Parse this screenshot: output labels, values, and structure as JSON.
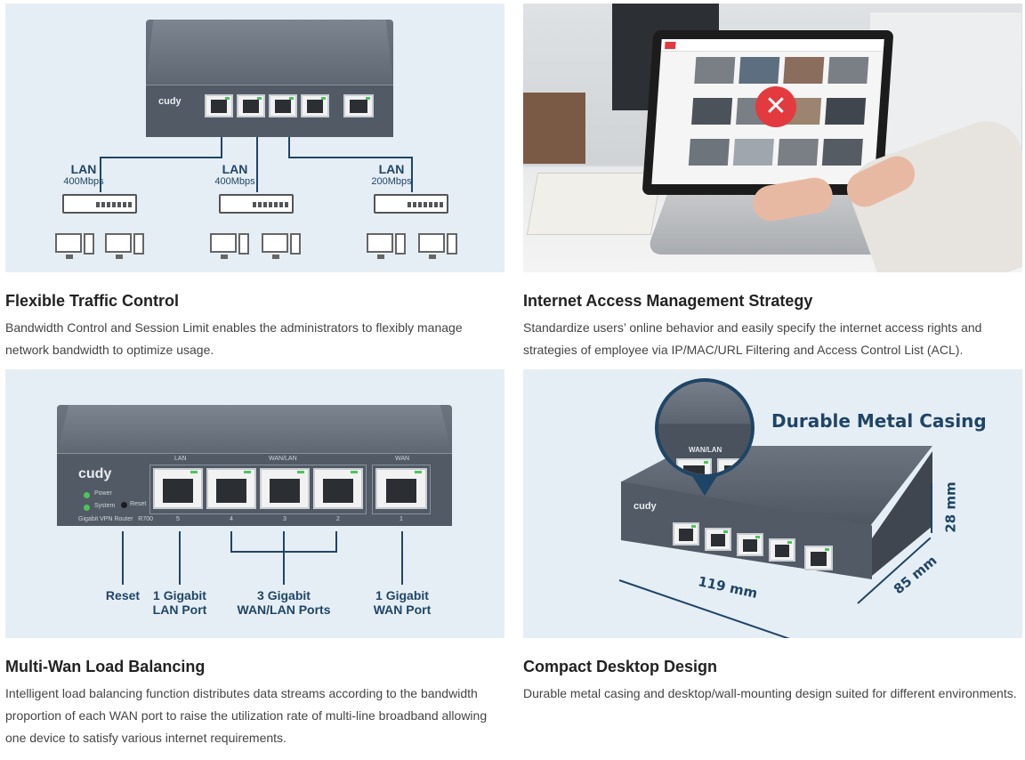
{
  "cards": [
    {
      "title": "Flexible Traffic Control",
      "description": "Bandwidth Control and Session Limit enables the administrators to flexibly manage network bandwidth to optimize usage.",
      "image": {
        "brand": "cudy",
        "links": [
          {
            "label": "LAN",
            "speed": "400Mbps"
          },
          {
            "label": "LAN",
            "speed": "400Mbps"
          },
          {
            "label": "LAN",
            "speed": "200Mbps"
          }
        ]
      }
    },
    {
      "title": "Internet Access Management Strategy",
      "description": "Standardize users’ online behavior and easily specify the internet access rights and strategies of employee via IP/MAC/URL Filtering and Access Control List (ACL).",
      "image": {
        "icon": "close-icon"
      }
    },
    {
      "title": "Multi-Wan Load Balancing",
      "description": "Intelligent load balancing function distributes data streams according to the bandwidth proportion of each WAN port to raise the utilization rate of multi-line broadband allowing one device to satisfy various internet requirements.",
      "image": {
        "brand": "cudy",
        "panel": {
          "power": "Power",
          "system": "System",
          "reset": "Reset",
          "model": "Gigabit VPN Router   R700",
          "lan_top": "LAN",
          "wanlan_top": "WAN/LAN",
          "wan_top": "WAN",
          "port_numbers": [
            "5",
            "4",
            "3",
            "2",
            "1"
          ]
        },
        "callouts": [
          {
            "line1": "Reset",
            "line2": ""
          },
          {
            "line1": "1 Gigabit",
            "line2": "LAN Port"
          },
          {
            "line1": "3 Gigabit",
            "line2": "WAN/LAN Ports"
          },
          {
            "line1": "1 Gigabit",
            "line2": "WAN Port"
          }
        ]
      }
    },
    {
      "title": "Compact Desktop Design",
      "description": "Durable metal casing and desktop/wall-mounting design suited for different environments.",
      "image": {
        "brand": "cudy",
        "headline": "Durable Metal Casing",
        "zoom_label": "WAN/LAN",
        "dimensions": {
          "width": "119 mm",
          "depth": "85 mm",
          "height": "28 mm"
        }
      }
    }
  ],
  "colors": {
    "accent": "#1f4566",
    "background": "#e6eef5",
    "alert": "#e23a3f"
  }
}
